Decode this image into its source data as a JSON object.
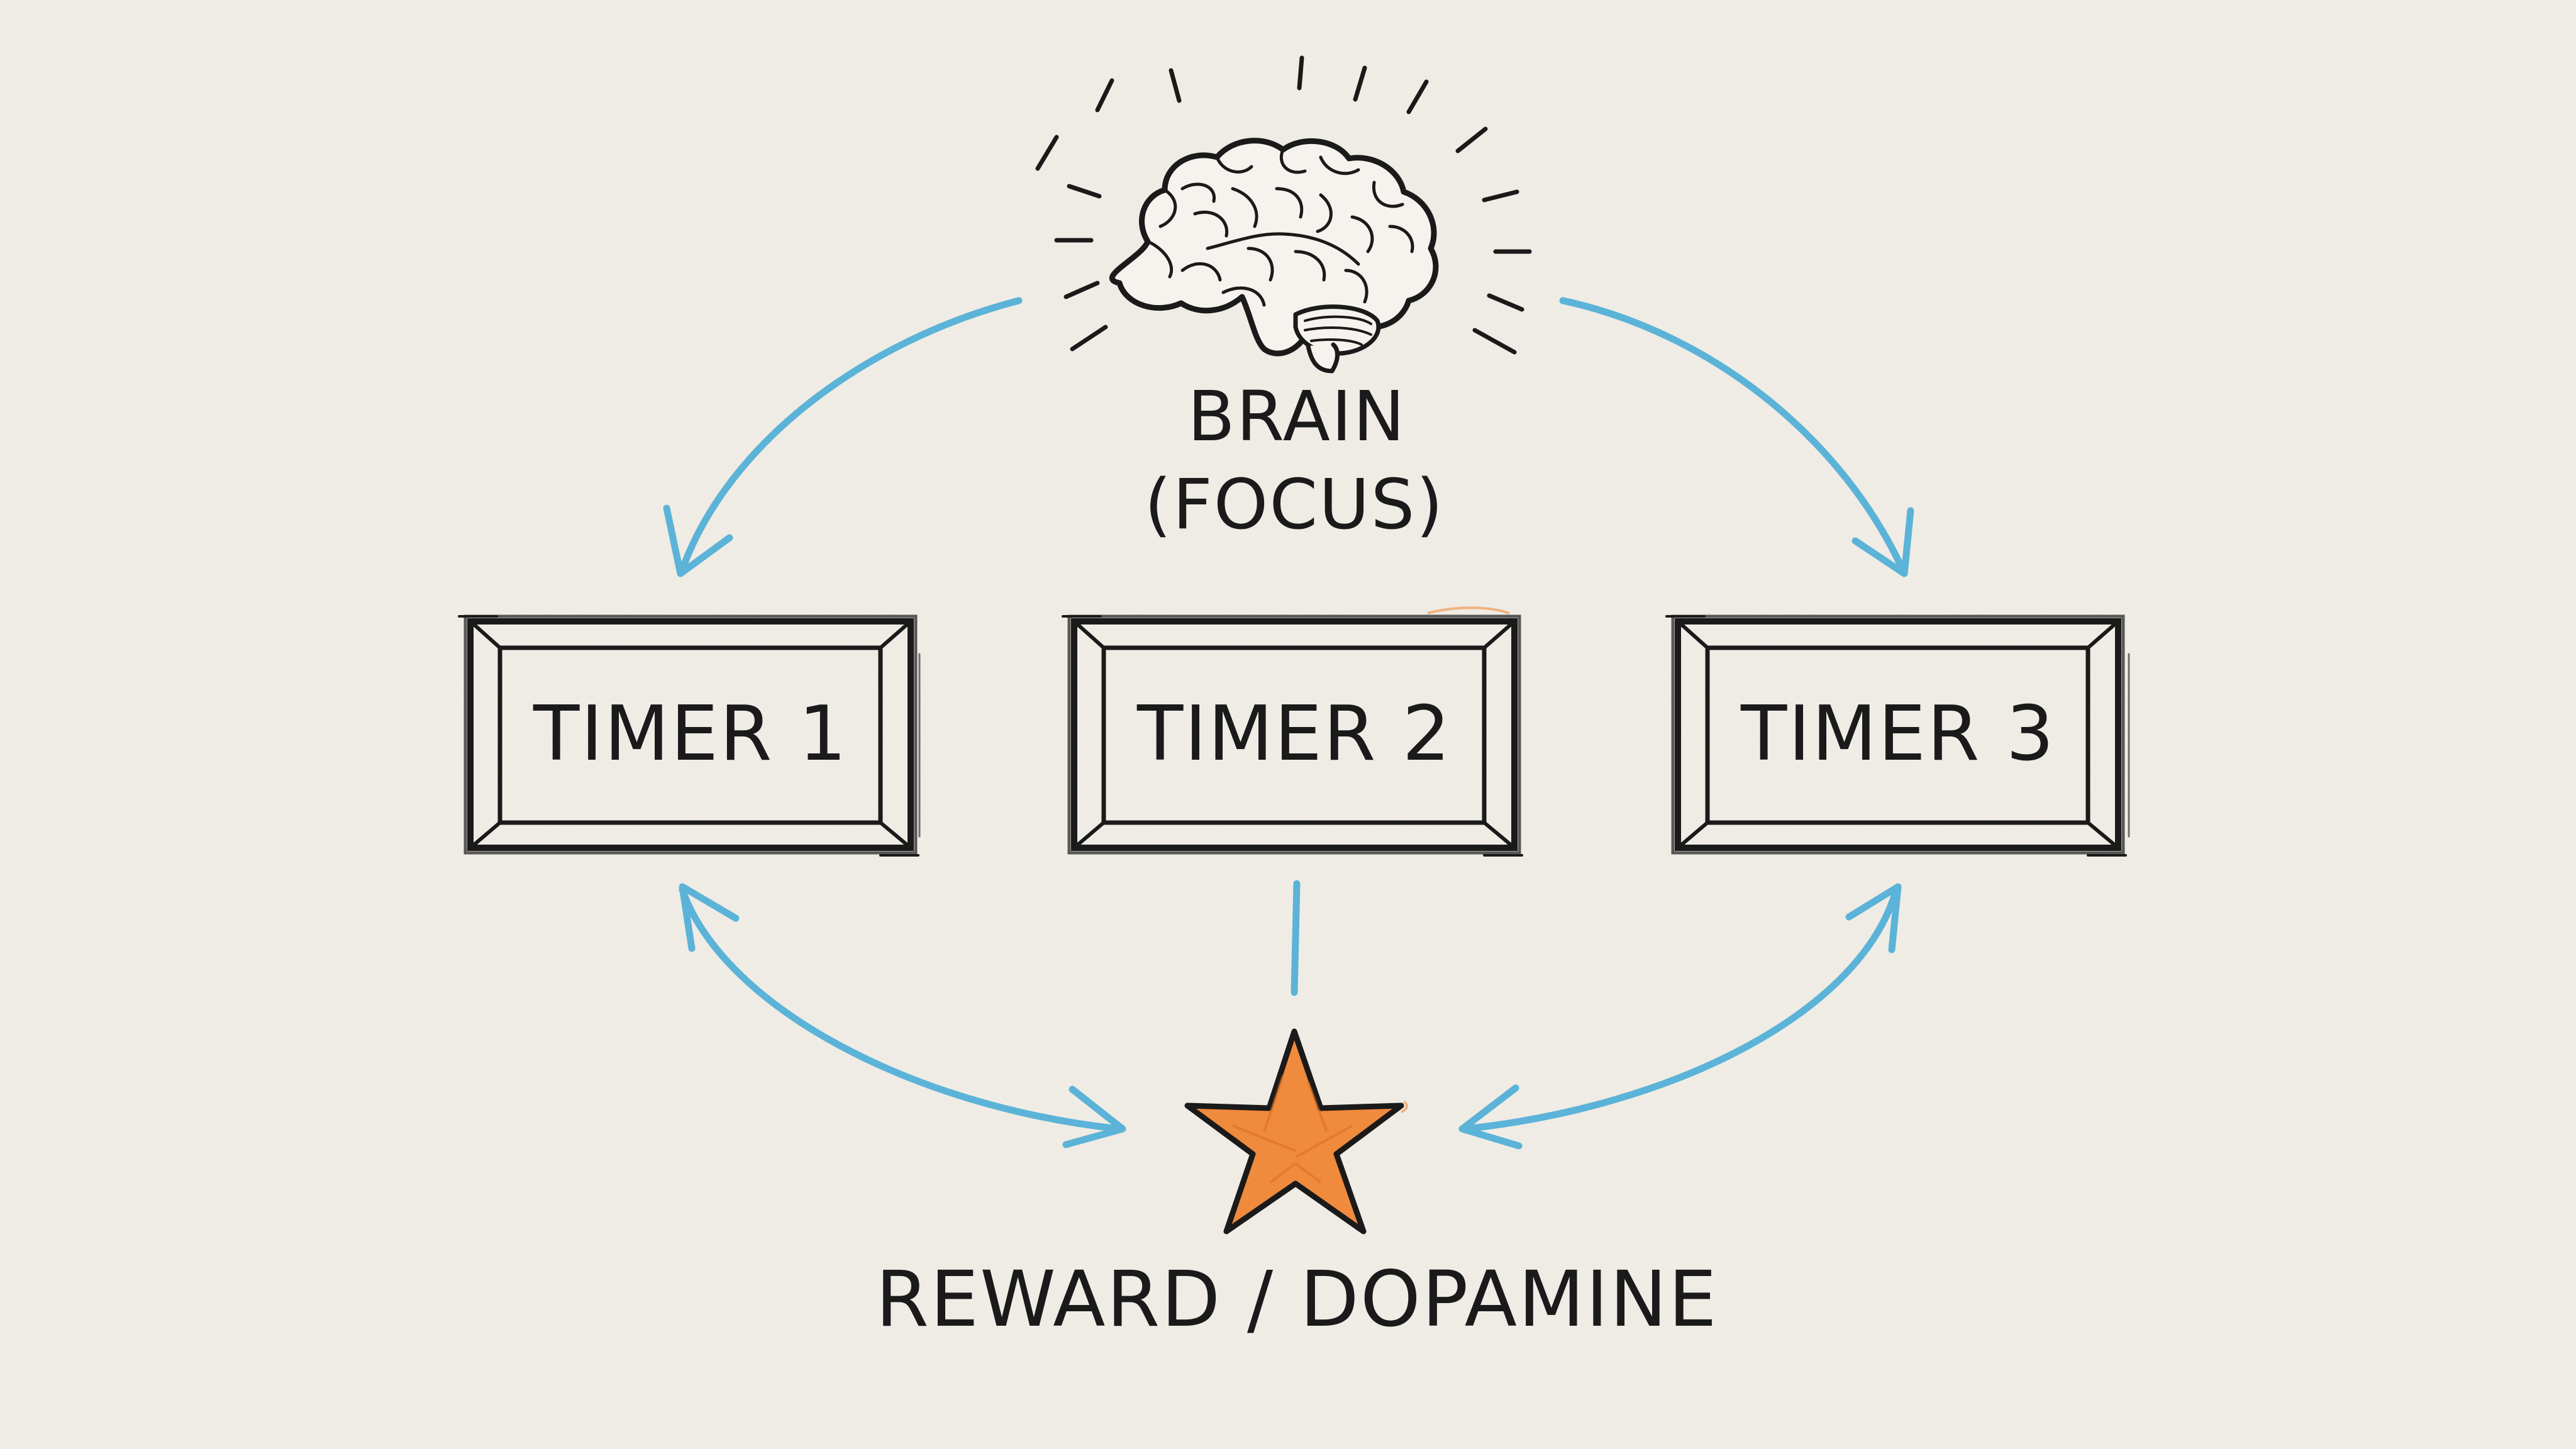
{
  "diagram": {
    "brain_label_line1": "BRAIN",
    "brain_label_line2": "(FOCUS)",
    "timers": [
      {
        "label": "TIMER 1"
      },
      {
        "label": "TIMER 2"
      },
      {
        "label": "TIMER 3"
      }
    ],
    "reward_label": "REWARD / DOPAMINE"
  },
  "colors": {
    "background": "#f1eee7",
    "ink": "#1a1a1a",
    "arrow": "#5bb3d8",
    "star_fill": "#f08a3c"
  },
  "icons": {
    "brain": "brain-icon",
    "star": "star-icon"
  }
}
